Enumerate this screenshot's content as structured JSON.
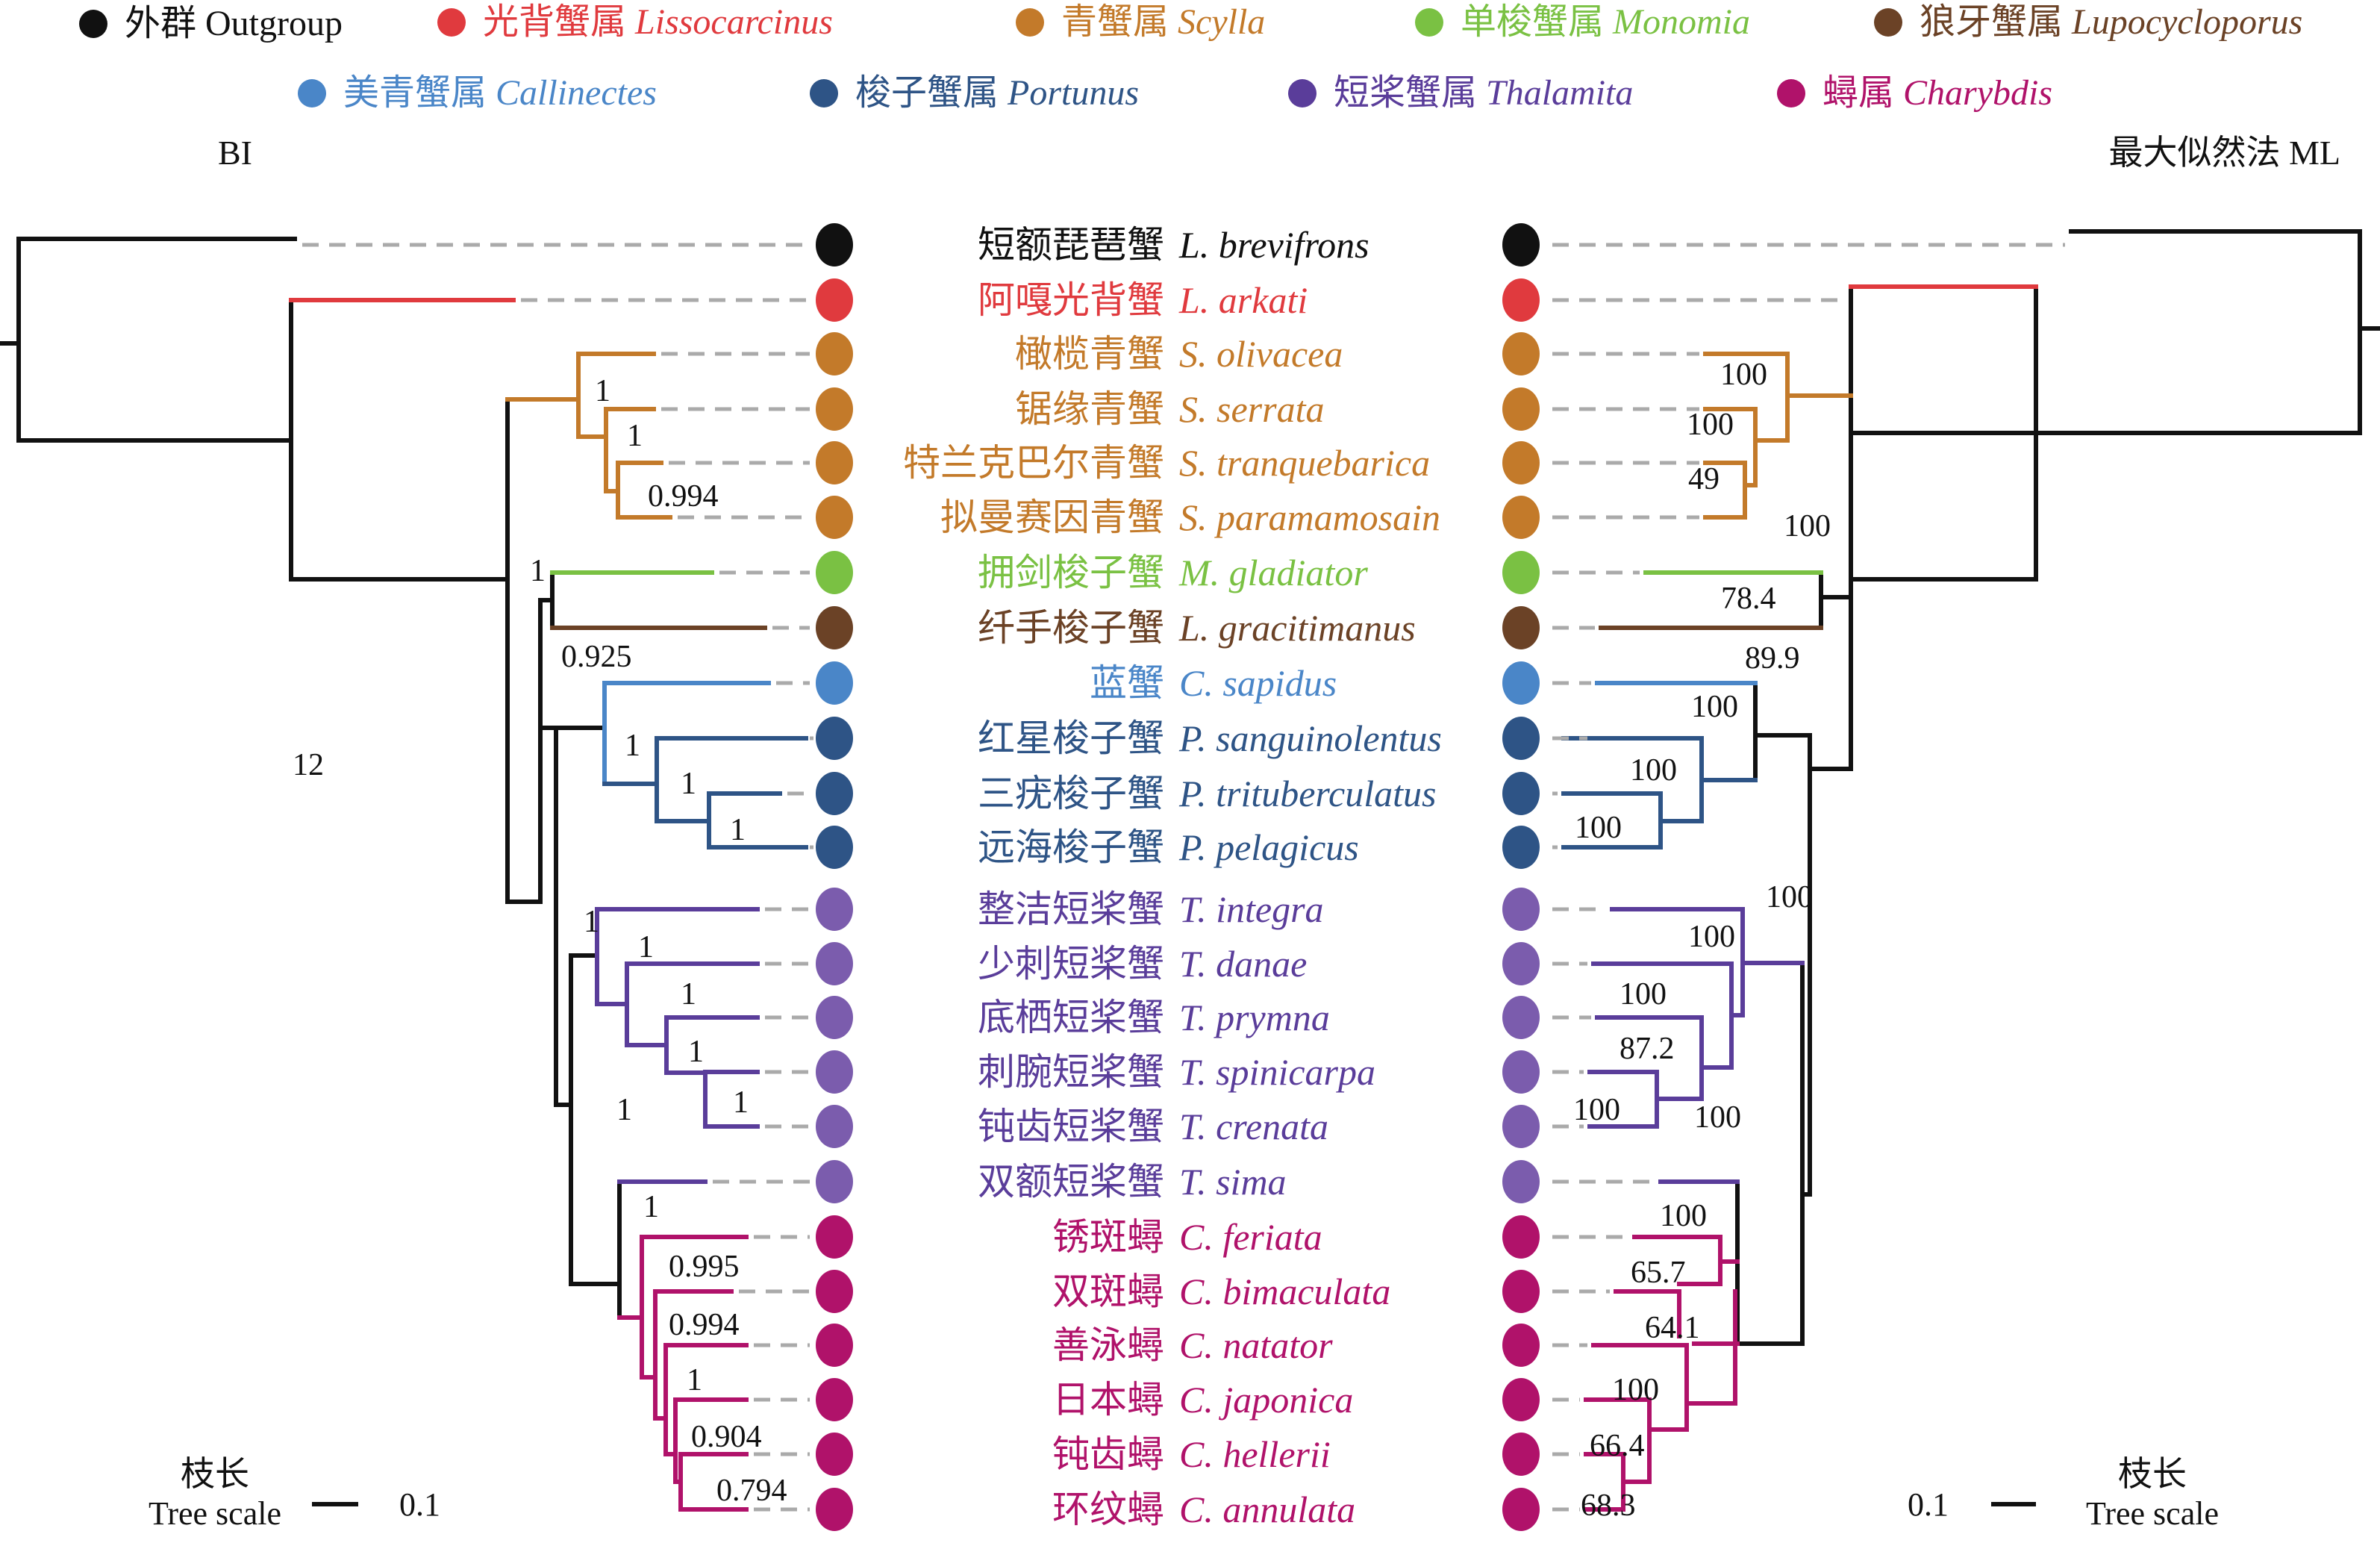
{
  "legend": [
    {
      "zh": "外群",
      "en": "Outgroup",
      "italic": false,
      "color": "#111111"
    },
    {
      "zh": "光背蟹属",
      "en": "Lissocarcinus",
      "italic": true,
      "color": "#e03a3e"
    },
    {
      "zh": "青蟹属",
      "en": "Scylla",
      "italic": true,
      "color": "#c37a2a"
    },
    {
      "zh": "单梭蟹属",
      "en": "Monomia",
      "italic": true,
      "color": "#7ac143"
    },
    {
      "zh": "狼牙蟹属",
      "en": "Lupocycloporus",
      "italic": true,
      "color": "#6b4226"
    },
    {
      "zh": "美青蟹属",
      "en": "Callinectes",
      "italic": true,
      "color": "#4a86c8"
    },
    {
      "zh": "梭子蟹属",
      "en": "Portunus",
      "italic": true,
      "color": "#2e5486"
    },
    {
      "zh": "短桨蟹属",
      "en": "Thalamita",
      "italic": true,
      "color": "#5a3d9a"
    },
    {
      "zh": "蟳属",
      "en": "Charybdis",
      "italic": true,
      "color": "#b0126a"
    }
  ],
  "headers": {
    "left": "BI",
    "right": "最大似然法 ML"
  },
  "taxa": [
    {
      "zh": "短额琵琶蟹",
      "sci": "L. brevifrons",
      "group": 0,
      "dot": "#111111"
    },
    {
      "zh": "阿嘎光背蟹",
      "sci": "L. arkati",
      "group": 1,
      "dot": "#e03a3e"
    },
    {
      "zh": "橄榄青蟹",
      "sci": "S. olivacea",
      "group": 2,
      "dot": "#c37a2a"
    },
    {
      "zh": "锯缘青蟹",
      "sci": "S. serrata",
      "group": 2,
      "dot": "#c37a2a"
    },
    {
      "zh": "特兰克巴尔青蟹",
      "sci": "S. tranquebarica",
      "group": 2,
      "dot": "#c37a2a"
    },
    {
      "zh": "拟曼赛因青蟹",
      "sci": "S. paramamosain",
      "group": 2,
      "dot": "#c37a2a"
    },
    {
      "zh": "拥剑梭子蟹",
      "sci": "M. gladiator",
      "group": 3,
      "dot": "#7ac143"
    },
    {
      "zh": "纤手梭子蟹",
      "sci": "L. gracitimanus",
      "group": 4,
      "dot": "#6b4226"
    },
    {
      "zh": "蓝蟹",
      "sci": "C. sapidus",
      "group": 5,
      "dot": "#4a86c8"
    },
    {
      "zh": "红星梭子蟹",
      "sci": "P. sanguinolentus",
      "group": 6,
      "dot": "#2e5486"
    },
    {
      "zh": "三疣梭子蟹",
      "sci": "P. trituberculatus",
      "group": 6,
      "dot": "#2e5486"
    },
    {
      "zh": "远海梭子蟹",
      "sci": "P. pelagicus",
      "group": 6,
      "dot": "#2e5486"
    },
    {
      "zh": "整洁短桨蟹",
      "sci": "T. integra",
      "group": 7,
      "dot": "#7b5cad"
    },
    {
      "zh": "少刺短桨蟹",
      "sci": "T. danae",
      "group": 7,
      "dot": "#7b5cad"
    },
    {
      "zh": "底栖短桨蟹",
      "sci": "T. prymna",
      "group": 7,
      "dot": "#7b5cad"
    },
    {
      "zh": "刺腕短桨蟹",
      "sci": "T. spinicarpa",
      "group": 7,
      "dot": "#7b5cad"
    },
    {
      "zh": "钝齿短桨蟹",
      "sci": "T. crenata",
      "group": 7,
      "dot": "#7b5cad"
    },
    {
      "zh": "双额短桨蟹",
      "sci": "T. sima",
      "group": 7,
      "dot": "#7b5cad"
    },
    {
      "zh": "锈斑蟳",
      "sci": "C. feriata",
      "group": 8,
      "dot": "#b0126a"
    },
    {
      "zh": "双斑蟳",
      "sci": "C. bimaculata",
      "group": 8,
      "dot": "#b0126a"
    },
    {
      "zh": "善泳蟳",
      "sci": "C. natator",
      "group": 8,
      "dot": "#b0126a"
    },
    {
      "zh": "日本蟳",
      "sci": "C. japonica",
      "group": 8,
      "dot": "#b0126a"
    },
    {
      "zh": "钝齿蟳",
      "sci": "C. hellerii",
      "group": 8,
      "dot": "#b0126a"
    },
    {
      "zh": "环纹蟳",
      "sci": "C. annulata",
      "group": 8,
      "dot": "#b0126a"
    }
  ],
  "bi_support": [
    "1",
    "1",
    "0.994",
    "1",
    "0.925",
    "1",
    "1",
    "1",
    "1",
    "1",
    "1",
    "1",
    "1",
    "1",
    "1",
    "0.995",
    "0.994",
    "1",
    "0.904",
    "0.794"
  ],
  "bi_extra_label": "12",
  "ml_support": [
    "100",
    "100",
    "49",
    "100",
    "78.4",
    "89.9",
    "100",
    "100",
    "100",
    "100",
    "100",
    "100",
    "87.2",
    "100",
    "100",
    "100",
    "65.7",
    "64.1",
    "100",
    "66.4",
    "68.3"
  ],
  "scale": {
    "label_zh": "枝长",
    "label_en": "Tree scale",
    "value": "0.1"
  }
}
